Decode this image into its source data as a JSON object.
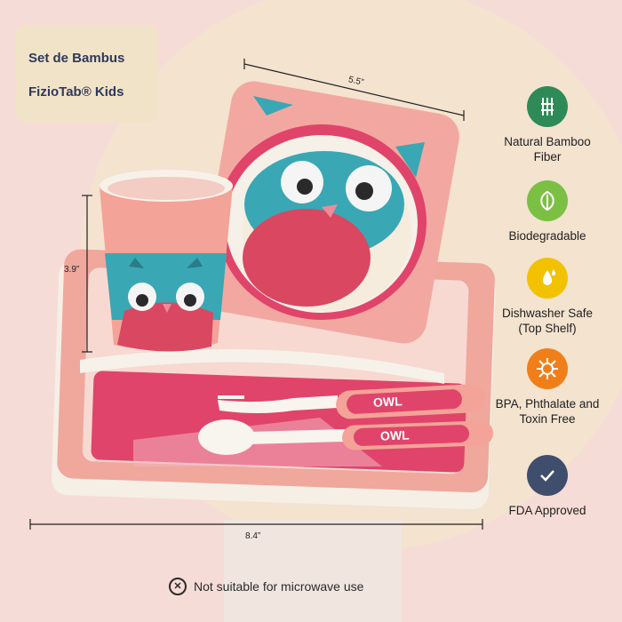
{
  "title": {
    "line1": "Set de Bambus",
    "line2": "FizioTab® Kids"
  },
  "dimensions": {
    "width_top": "5.5”",
    "height_cup": "3.9”",
    "width_plate": "8.4”"
  },
  "utensils": {
    "fork_label": "OWL",
    "spoon_label": "OWL"
  },
  "features": [
    {
      "icon": "bamboo-icon",
      "color": "#2e8b57",
      "text": "Natural Bamboo Fiber"
    },
    {
      "icon": "leaf-icon",
      "color": "#7bc043",
      "text": "Biodegradable"
    },
    {
      "icon": "water-drops-icon",
      "color": "#f2c200",
      "text": "Dishwasher Safe (Top Shelf)"
    },
    {
      "icon": "virus-icon",
      "color": "#f07f1a",
      "text": "BPA, Phthalate and Toxin Free"
    },
    {
      "icon": "check-icon",
      "color": "#3f4e6c",
      "text": "FDA Approved"
    }
  ],
  "notice": {
    "text": "Not suitable for microwave use"
  }
}
